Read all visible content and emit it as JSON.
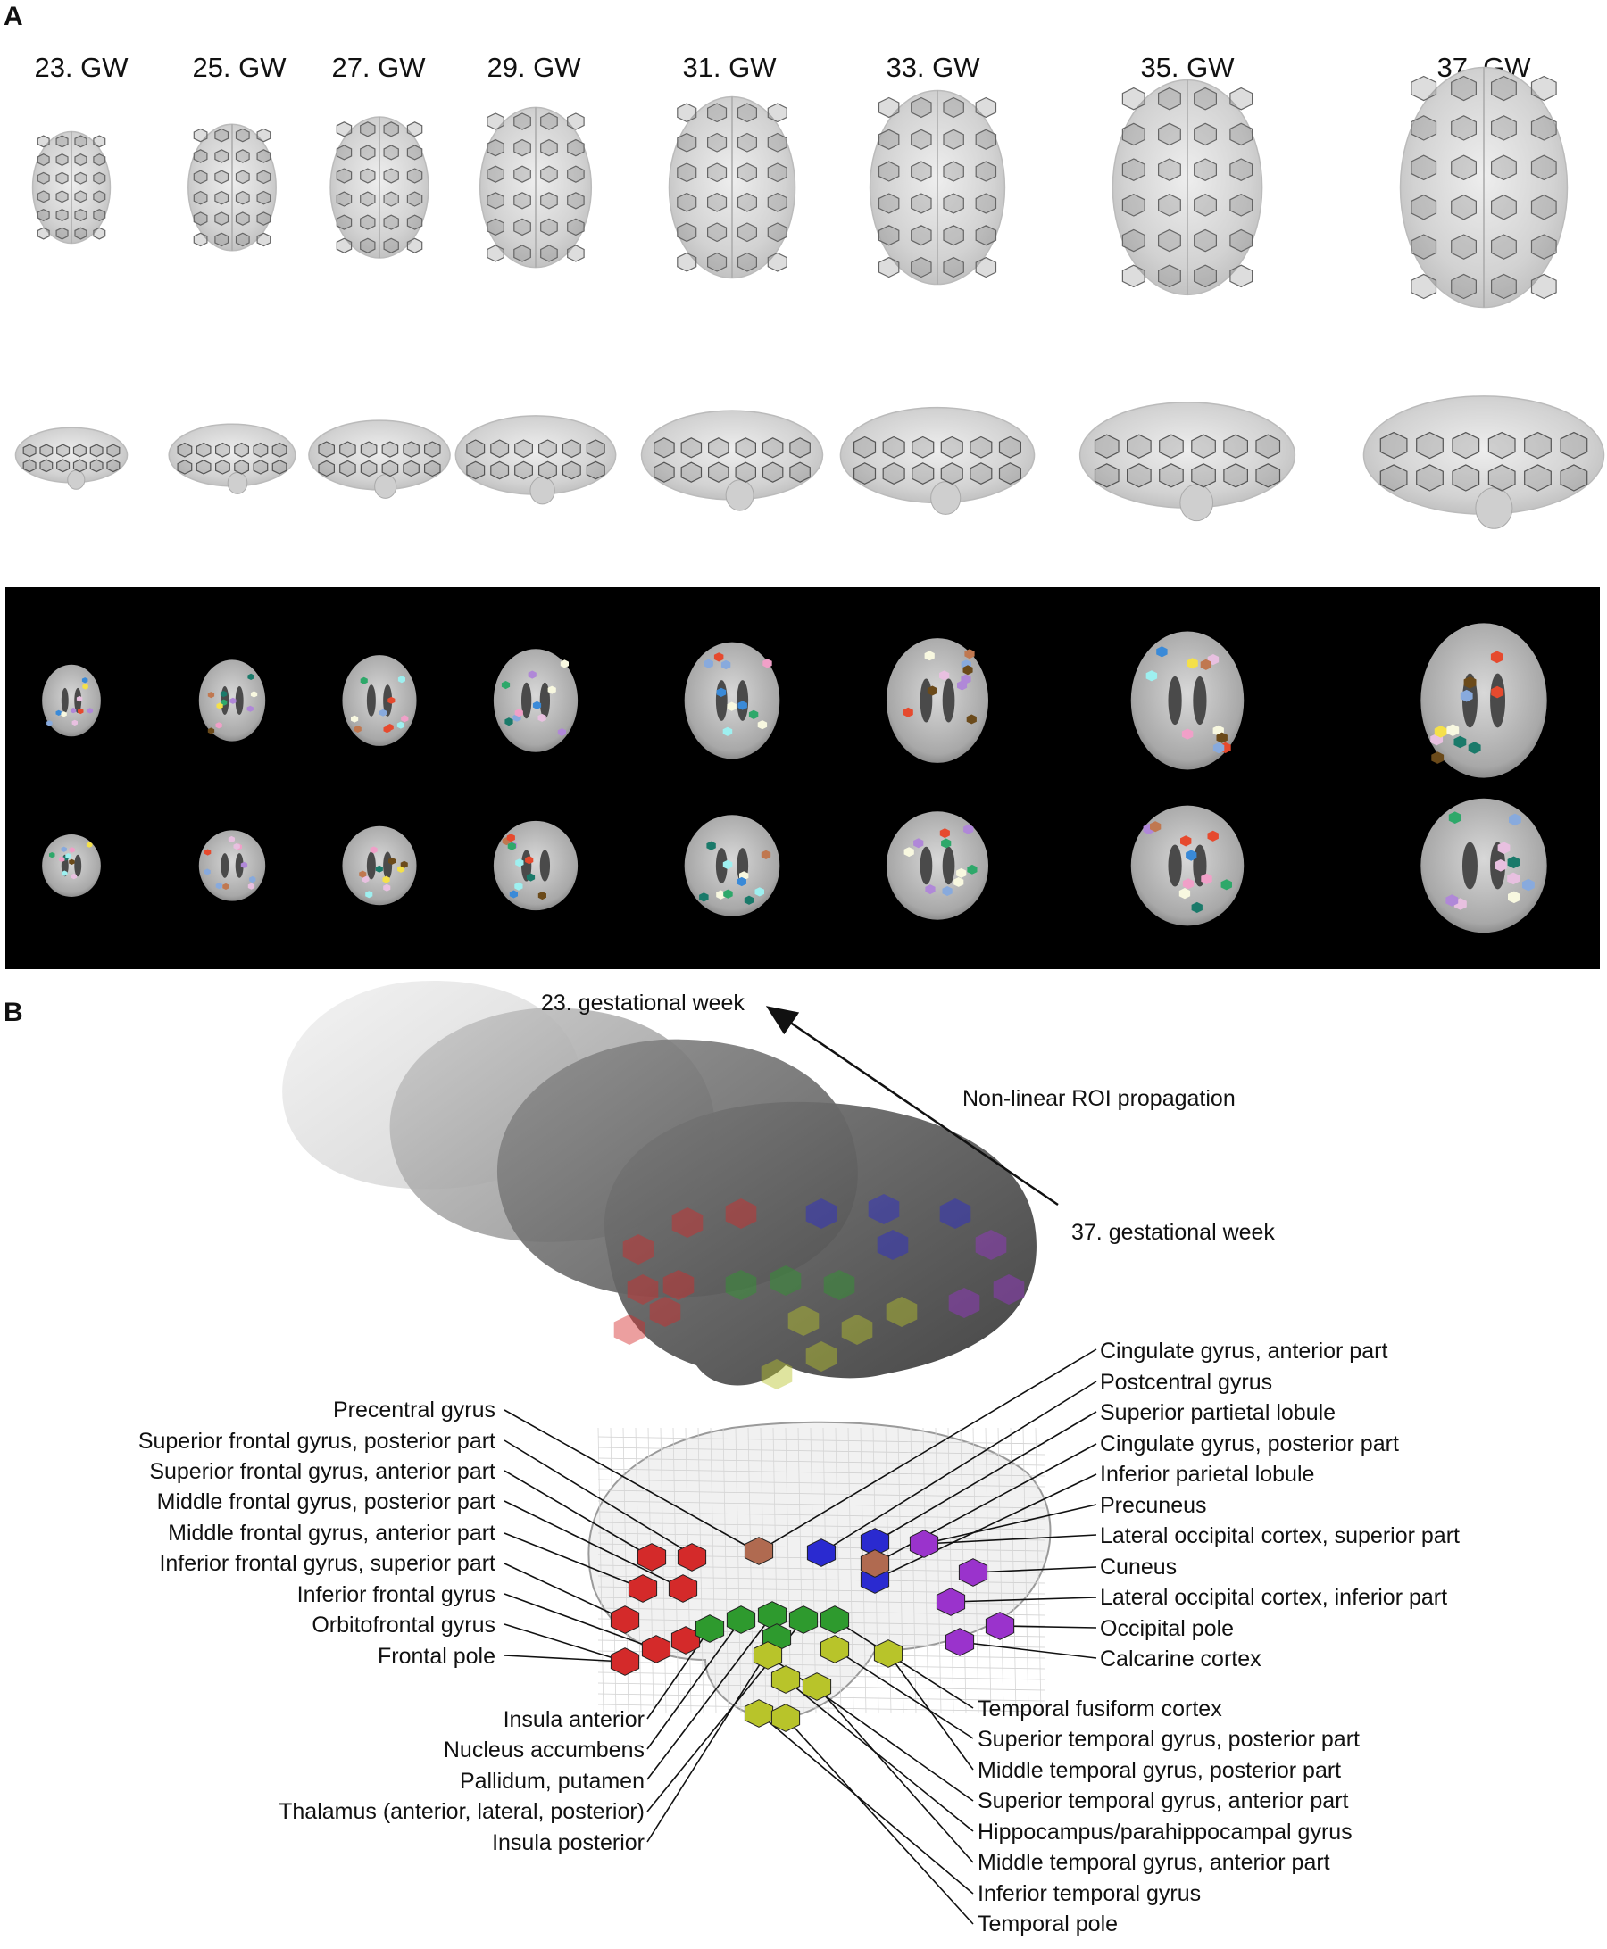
{
  "panel_a": {
    "letter": "A",
    "weeks": [
      "23. GW",
      "25. GW",
      "27. GW",
      "29. GW",
      "31. GW",
      "33. GW",
      "35. GW",
      "37. GW"
    ]
  },
  "panel_b": {
    "letter": "B",
    "top_annotation": "23. gestational week",
    "middle_annotation": "Non-linear ROI propagation",
    "bottom_annotation": "37. gestational week",
    "left_labels": [
      "Precentral gyrus",
      "Superior frontal gyrus, posterior part",
      "Superior frontal gyrus, anterior part",
      "Middle frontal gyrus, posterior part",
      "Middle frontal gyrus, anterior part",
      "Inferior frontal gyrus, superior part",
      "Inferior frontal gyrus",
      "Orbitofrontal gyrus",
      "Frontal pole"
    ],
    "right_labels": [
      "Cingulate gyrus, anterior part",
      "Postcentral gyrus",
      "Superior partietal lobule",
      "Cingulate gyrus, posterior part",
      "Inferior parietal lobule",
      "Precuneus",
      "Lateral occipital cortex, superior part",
      "Cuneus",
      "Lateral occipital cortex, inferior part",
      "Occipital pole",
      "Calcarine cortex"
    ],
    "bottom_left_labels": [
      "Insula anterior",
      "Nucleus accumbens",
      "Pallidum, putamen",
      "Thalamus (anterior, lateral, posterior)",
      "Insula posterior"
    ],
    "bottom_right_labels": [
      "Temporal fusiform cortex",
      "Superior temporal gyrus, posterior part",
      "Middle temporal gyrus, posterior part",
      "Superior temporal gyrus, anterior part",
      "Hippocampus/parahippocampal gyrus",
      "Middle temporal gyrus, anterior part",
      "Inferior temporal gyrus",
      "Temporal pole"
    ]
  },
  "colors": {
    "frontal": "#d42a2a",
    "precentral": "#b06a50",
    "parietal": "#2a2ad0",
    "occipital": "#9a33cc",
    "subcortical": "#2e9a2e",
    "temporal": "#b8c42a"
  }
}
